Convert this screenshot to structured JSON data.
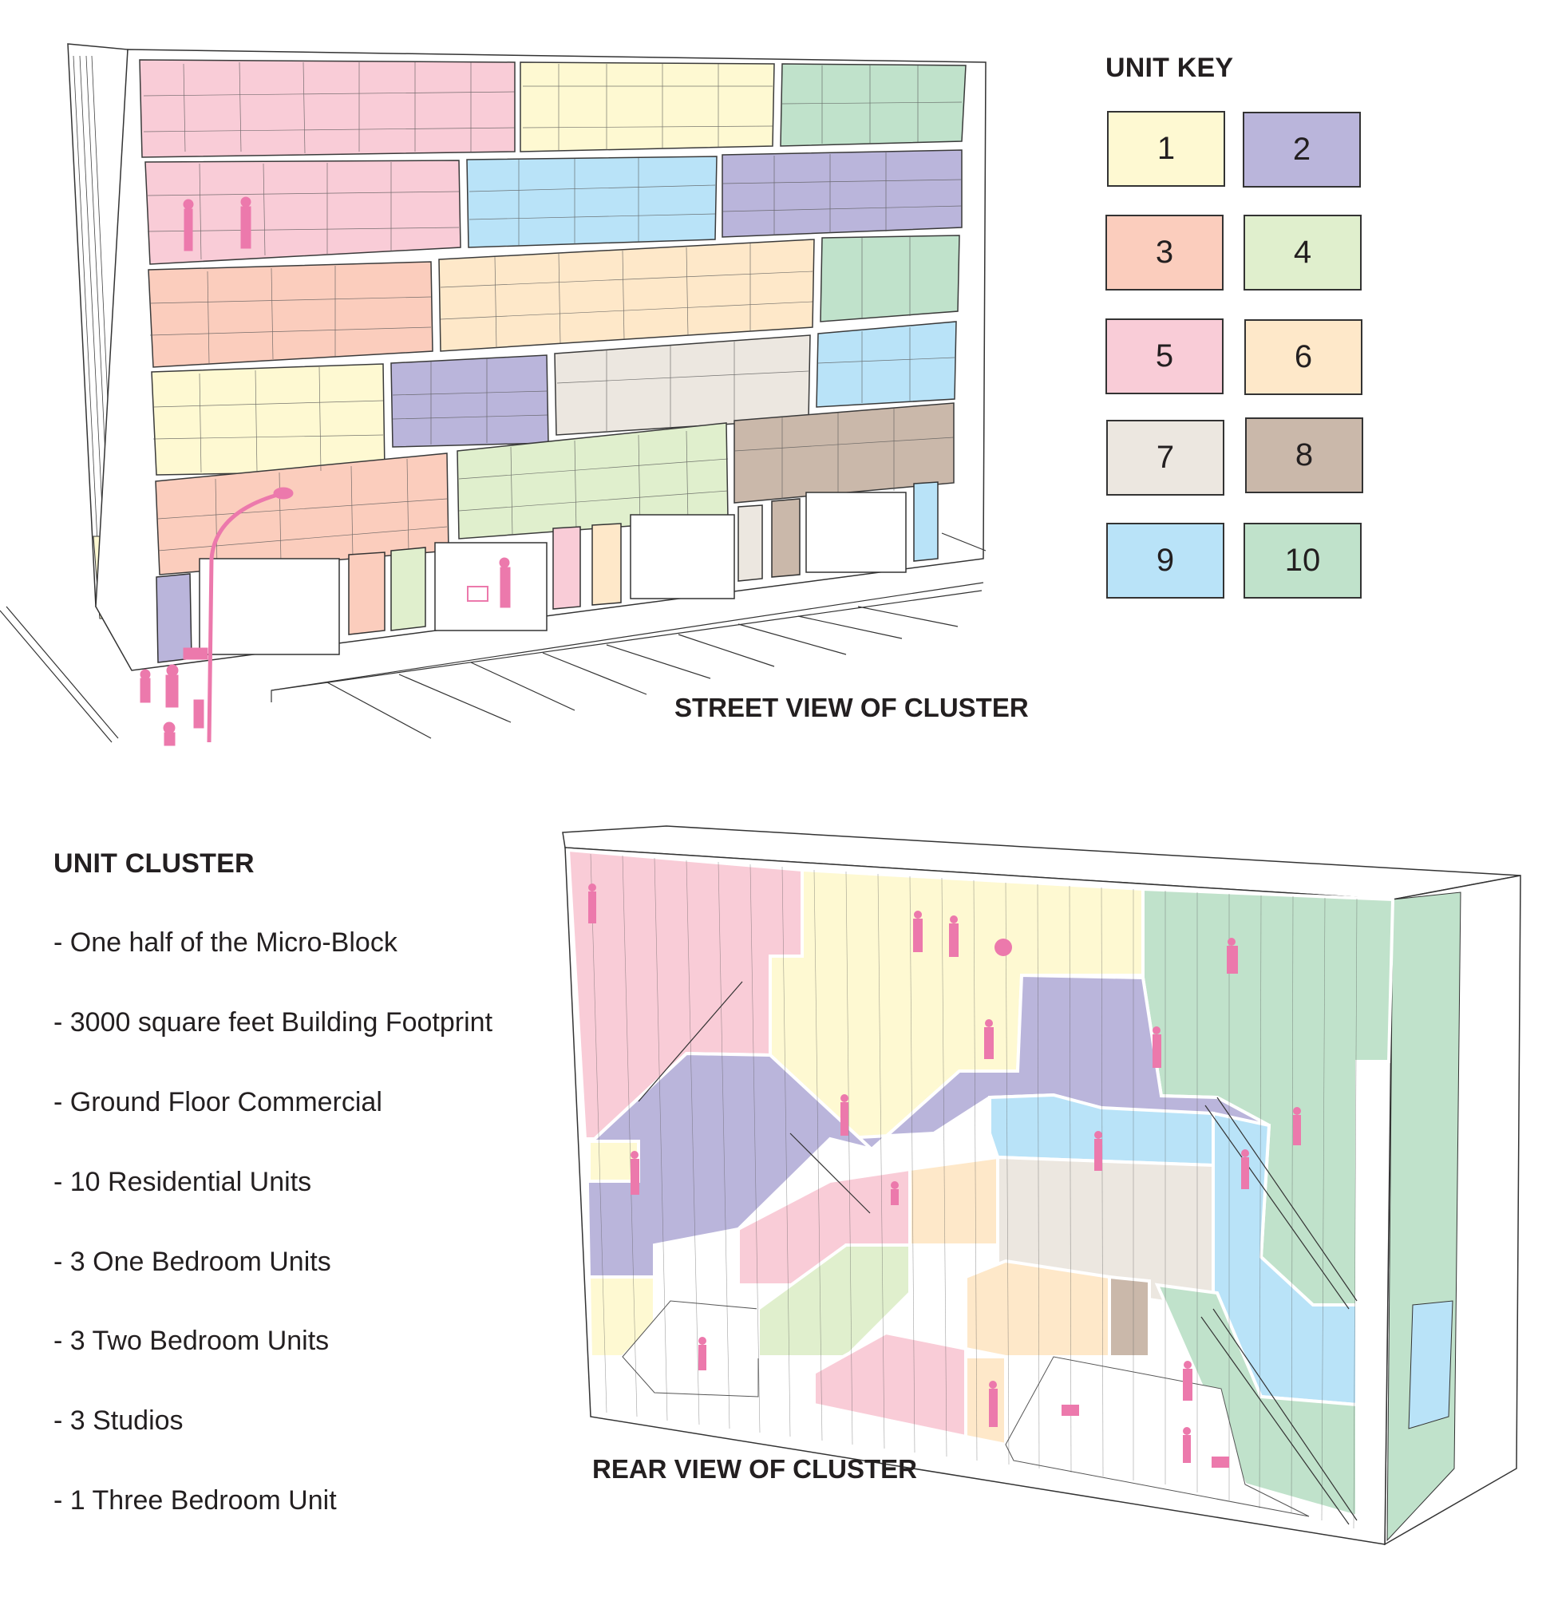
{
  "unit_key": {
    "title": "UNIT KEY",
    "units": [
      {
        "label": "1",
        "color": "#fef9d2"
      },
      {
        "label": "2",
        "color": "#bab5db"
      },
      {
        "label": "3",
        "color": "#fbcdbd"
      },
      {
        "label": "4",
        "color": "#e0efcd"
      },
      {
        "label": "5",
        "color": "#f9ccd7"
      },
      {
        "label": "6",
        "color": "#fee8c9"
      },
      {
        "label": "7",
        "color": "#ece7e0"
      },
      {
        "label": "8",
        "color": "#cab8aa"
      },
      {
        "label": "9",
        "color": "#b9e3f8"
      },
      {
        "label": "10",
        "color": "#c0e2cb"
      }
    ]
  },
  "street_view": {
    "caption": "STREET VIEW OF CLUSTER",
    "figure_color": "#ec79ac"
  },
  "rear_view": {
    "caption": "REAR VIEW OF CLUSTER"
  },
  "unit_cluster": {
    "title": "UNIT CLUSTER",
    "items": [
      "- One half of the Micro-Block",
      "- 3000 square feet Building Footprint",
      "- Ground Floor Commercial",
      "- 10 Residential Units",
      "- 3 One Bedroom Units",
      "- 3 Two Bedroom Units",
      "- 3 Studios",
      "- 1 Three Bedroom Unit"
    ]
  }
}
